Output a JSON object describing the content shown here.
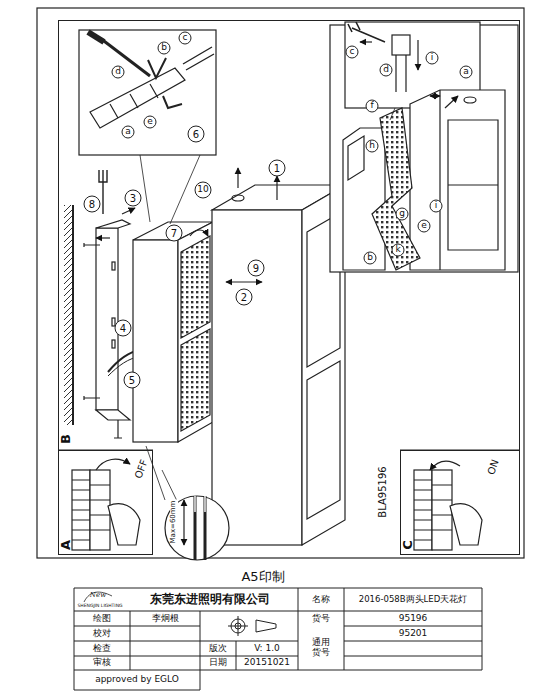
{
  "diagram": {
    "nodes": [
      {
        "text": [
          "B"
        ]
      },
      {
        "text": [
          "A",
          "OFF"
        ]
      },
      {
        "text": [
          "C",
          "ON"
        ]
      }
    ],
    "labels": [
      "10",
      "1",
      "7",
      "8",
      "3",
      "4",
      "5",
      "2",
      "9",
      "6",
      "c",
      "b",
      "d",
      "a",
      "e",
      "c",
      "d",
      "i",
      "f",
      "a",
      "h",
      "g",
      "e",
      "i",
      "b",
      "k",
      "Max=60mm",
      "BLA95196",
      "A5印制",
      "New",
      "SHENGJIN LIGHTING",
      "东莞东进照明有限公司",
      "名称",
      "2016-058B两头LED天花灯",
      "绘图",
      "李炯根",
      "货号",
      "95196",
      "校对",
      "通用 货号",
      "95201",
      "检查",
      "版次",
      "V: 1.0",
      "审核",
      "日期",
      "20151021",
      "approved by EGLO"
    ]
  }
}
